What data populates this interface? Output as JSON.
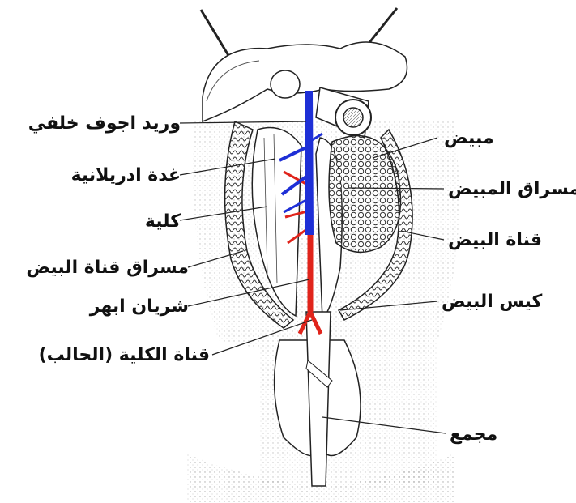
{
  "labels": {
    "left": [
      "وريد اجوف خلفي",
      "غدة ادريلانية",
      "كلية",
      "مسراق قناة البيض",
      "شريان ابهر",
      "قناة الكلية (الحالب)"
    ],
    "right": [
      "مبيض",
      "مسراق المبيض",
      "قناة البيض",
      "كيس البيض",
      "مجمع"
    ]
  },
  "colors": {
    "vein": "#1e2fd6",
    "artery": "#e0241b",
    "ink": "#222222"
  }
}
